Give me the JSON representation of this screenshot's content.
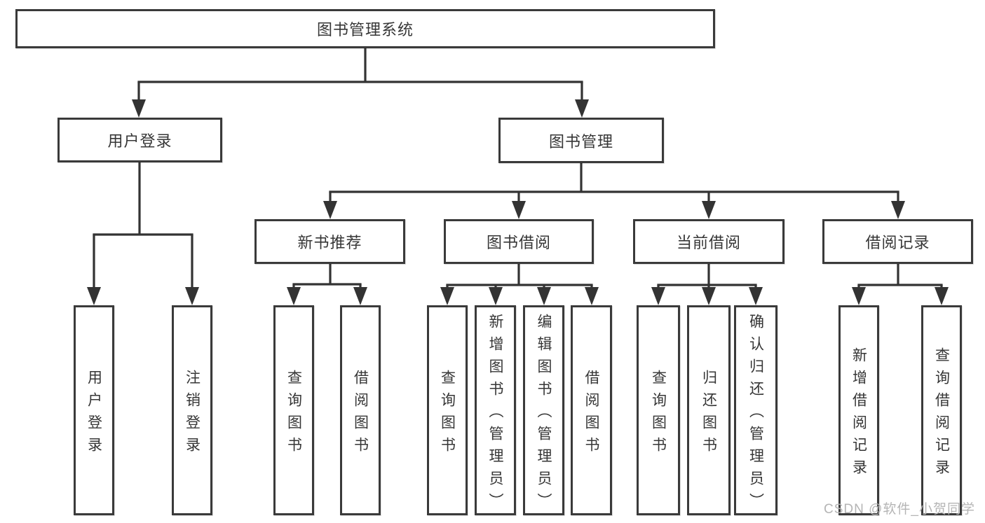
{
  "diagram": {
    "nodes": [
      {
        "id": "root",
        "label": "图书管理系统",
        "parent": null
      },
      {
        "id": "user-login",
        "label": "用户登录",
        "parent": "root"
      },
      {
        "id": "book-mgmt",
        "label": "图书管理",
        "parent": "root"
      },
      {
        "id": "user-login-leaf",
        "label": "用户登录",
        "parent": "user-login"
      },
      {
        "id": "logout-leaf",
        "label": "注销登录",
        "parent": "user-login"
      },
      {
        "id": "new-book-rec",
        "label": "新书推荐",
        "parent": "book-mgmt"
      },
      {
        "id": "book-borrow",
        "label": "图书借阅",
        "parent": "book-mgmt"
      },
      {
        "id": "current-borrow",
        "label": "当前借阅",
        "parent": "book-mgmt"
      },
      {
        "id": "borrow-records",
        "label": "借阅记录",
        "parent": "book-mgmt"
      },
      {
        "id": "query-books-1",
        "label": "查询图书",
        "parent": "new-book-rec"
      },
      {
        "id": "borrow-books-1",
        "label": "借阅图书",
        "parent": "new-book-rec"
      },
      {
        "id": "query-books-2",
        "label": "查询图书",
        "parent": "book-borrow"
      },
      {
        "id": "add-books-admin",
        "label": "新增图书（管理员）",
        "parent": "book-borrow"
      },
      {
        "id": "edit-books-admin",
        "label": "编辑图书（管理员）",
        "parent": "book-borrow"
      },
      {
        "id": "borrow-books-2",
        "label": "借阅图书",
        "parent": "book-borrow"
      },
      {
        "id": "query-books-3",
        "label": "查询图书",
        "parent": "current-borrow"
      },
      {
        "id": "return-books",
        "label": "归还图书",
        "parent": "current-borrow"
      },
      {
        "id": "confirm-return-admin",
        "label": "确认归还（管理员）",
        "parent": "current-borrow"
      },
      {
        "id": "add-borrow-record",
        "label": "新增借阅记录",
        "parent": "borrow-records"
      },
      {
        "id": "query-borrow-record",
        "label": "查询借阅记录",
        "parent": "borrow-records"
      }
    ]
  },
  "watermark": {
    "text": "CSDN @软件_小贺同学"
  },
  "colors": {
    "background": "#ffffff",
    "border": "#3a3a3a",
    "line": "#333333",
    "text": "#363636",
    "watermark": "#b5b5b5"
  }
}
